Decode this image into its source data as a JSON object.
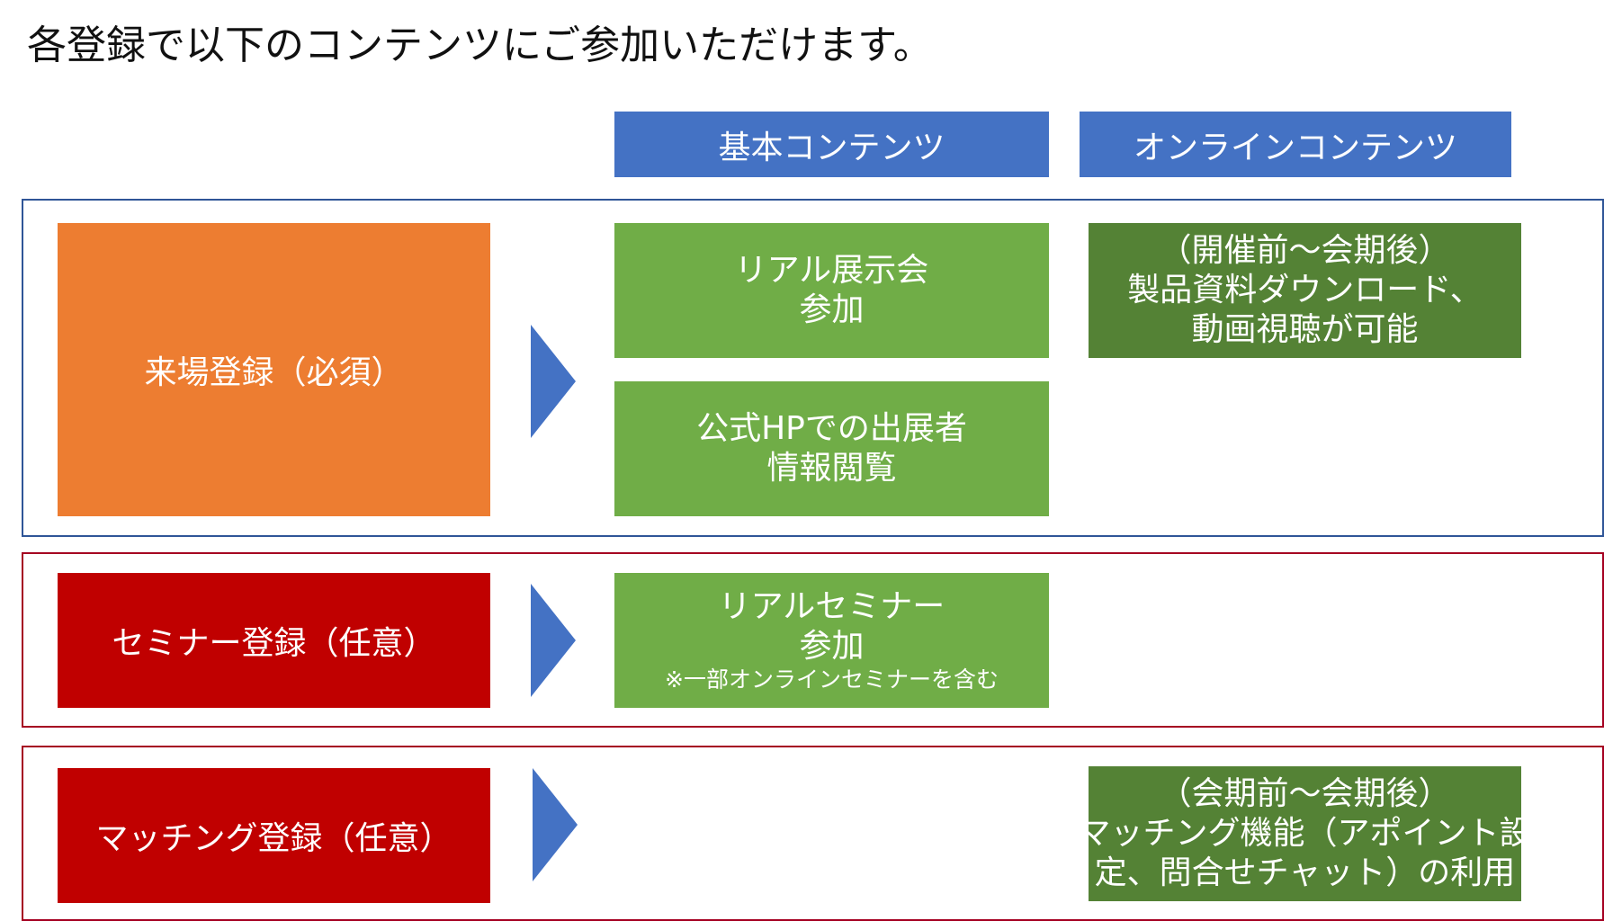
{
  "title": "各登録で以下のコンテンツにご参加いただけます。",
  "headers": {
    "basic": "基本コンテンツ",
    "online": "オンラインコンテンツ"
  },
  "registrations": [
    {
      "label": "来場登録（必須）",
      "color": "#ED7D31",
      "basic": [
        {
          "lines": [
            "リアル展示会",
            "参加"
          ]
        },
        {
          "lines": [
            "公式HPでの出展者",
            "情報閲覧"
          ]
        }
      ],
      "online": {
        "lines": [
          "（開催前～会期後）",
          "製品資料ダウンロード、",
          "動画視聴が可能"
        ]
      }
    },
    {
      "label": "セミナー登録（任意）",
      "color": "#C00000",
      "basic": [
        {
          "lines": [
            "リアルセミナー",
            "参加"
          ],
          "note": "※一部オンラインセミナーを含む"
        }
      ]
    },
    {
      "label": "マッチング登録（任意）",
      "color": "#C00000",
      "online": {
        "lines": [
          "（会期前～会期後）",
          "マッチング機能（アポイント設",
          "定、問合せチャット）の利用"
        ]
      }
    }
  ],
  "colors": {
    "header_blue": "#4472C4",
    "arrow_blue": "#4472C4",
    "basic_green": "#70AD47",
    "online_green": "#548235",
    "group1_border": "#2F5597",
    "group_red_border": "#A50021"
  }
}
